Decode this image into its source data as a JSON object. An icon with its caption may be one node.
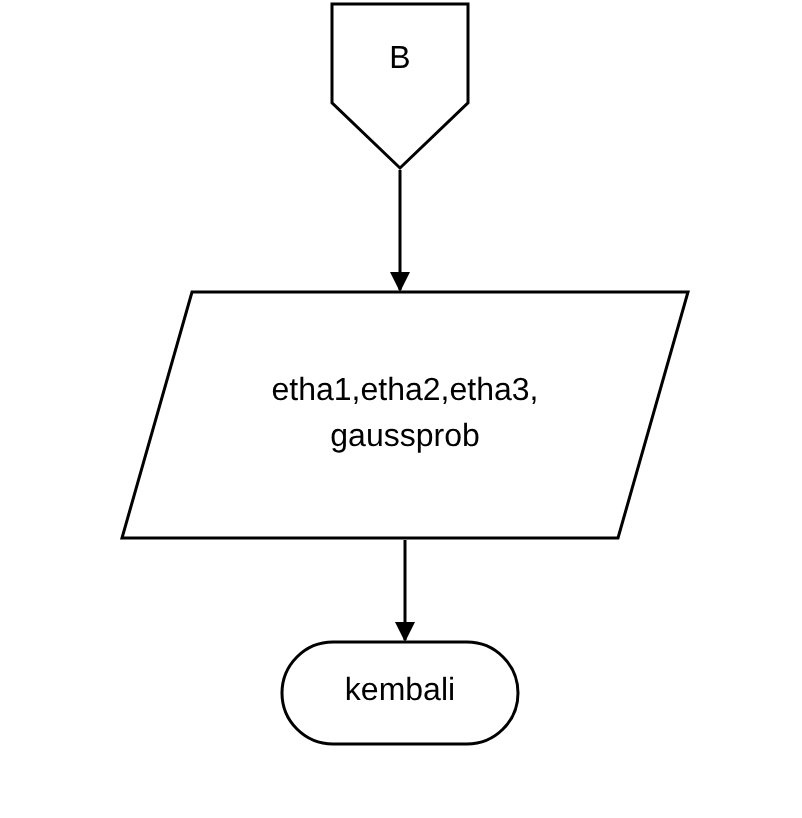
{
  "diagram": {
    "nodes": [
      {
        "text": [
          "B"
        ]
      },
      {
        "text": [
          "etha1,etha2,etha3, gaussprob"
        ]
      },
      {
        "text": [
          "kembali"
        ]
      }
    ],
    "edges": [
      {
        "from": 0,
        "to": 1,
        "arrow": "to"
      },
      {
        "from": 1,
        "to": 2,
        "arrow": "to"
      }
    ]
  }
}
